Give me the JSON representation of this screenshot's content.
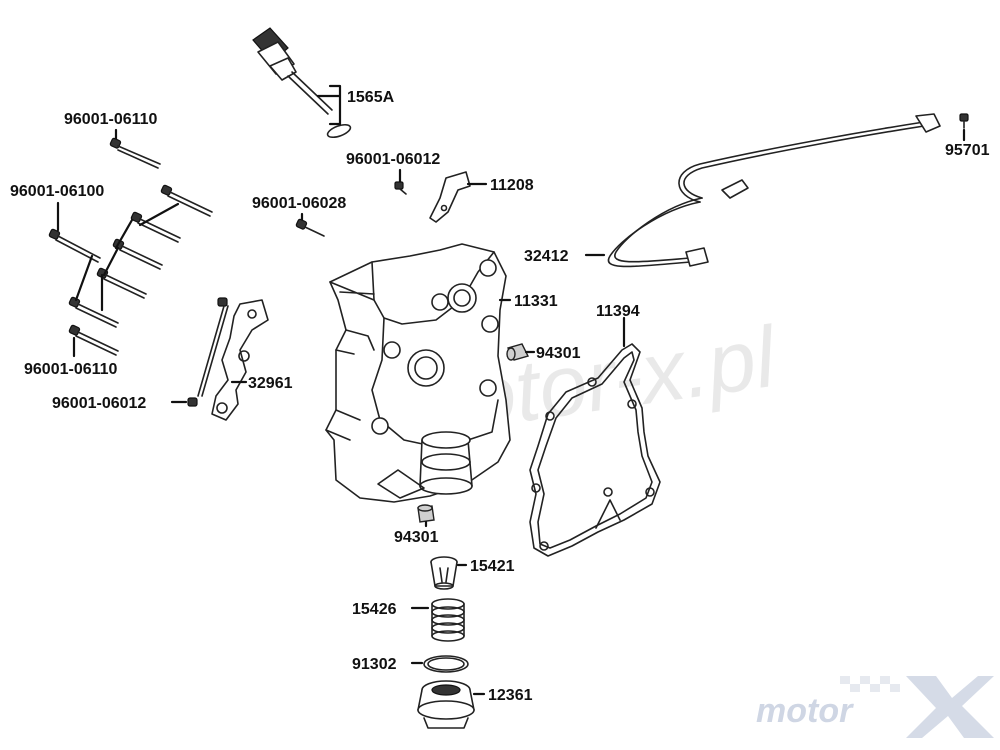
{
  "watermark": "motor-x.pl",
  "logo": "motor",
  "labels": {
    "p1565A": "1565A",
    "p96001_06110_top": "96001-06110",
    "p96001_06012_top": "96001-06012",
    "p11208": "11208",
    "p95701": "95701",
    "p96001_06100": "96001-06100",
    "p96001_06028": "96001-06028",
    "p32412": "32412",
    "p11331": "11331",
    "p11394": "11394",
    "p94301_right": "94301",
    "p32961": "32961",
    "p96001_06110_bottom": "96001-06110",
    "p96001_06012_bottom": "96001-06012",
    "p94301_bottom": "94301",
    "p15421": "15421",
    "p15426": "15426",
    "p91302": "91302",
    "p12361": "12361"
  }
}
